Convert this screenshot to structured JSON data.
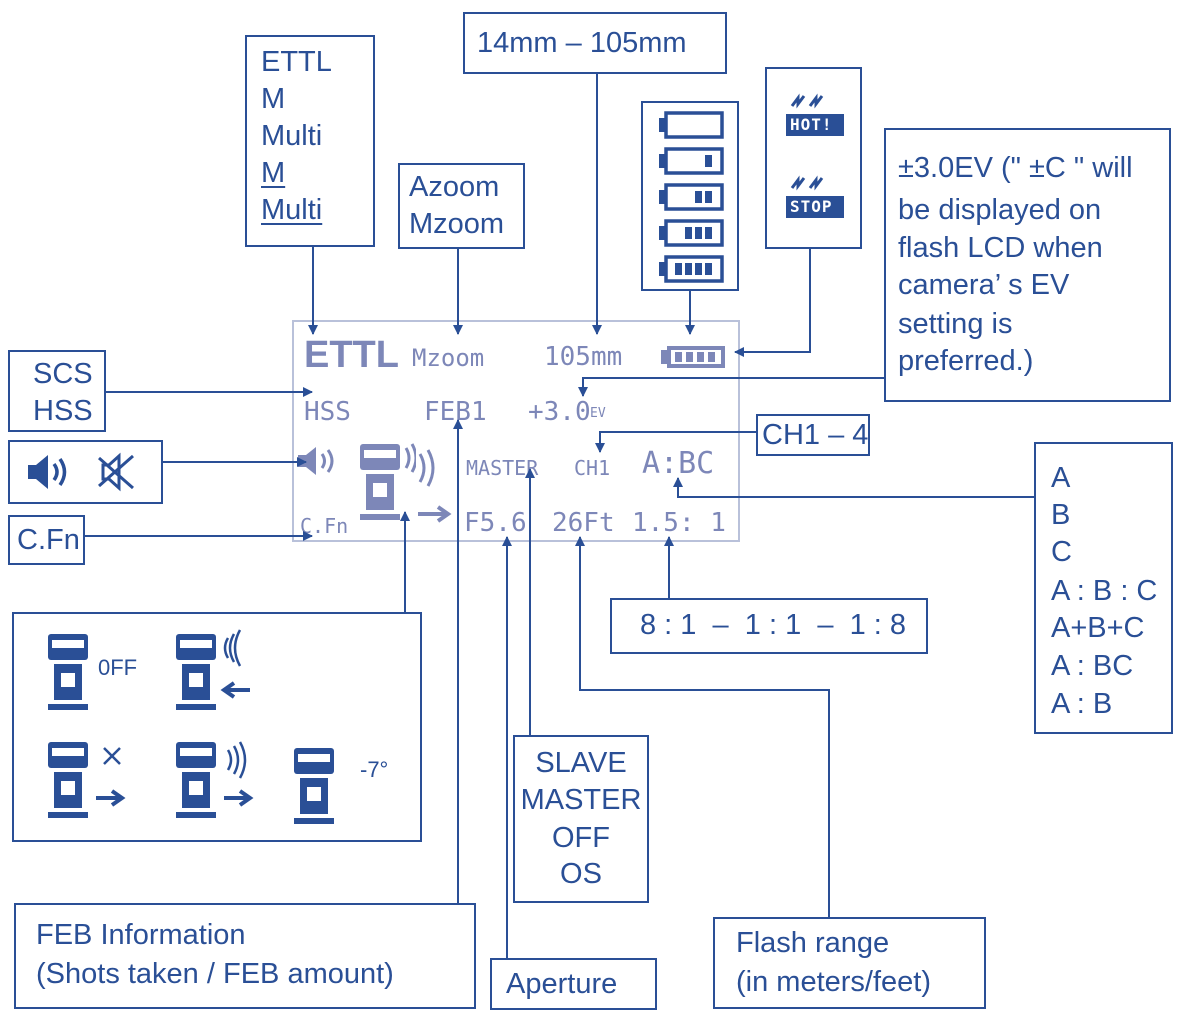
{
  "mode_list": [
    "ETTL",
    "M",
    "Multi",
    "M",
    "Multi"
  ],
  "zoom_modes": [
    "Azoom",
    "Mzoom"
  ],
  "zoom_range": "14mm – 105mm",
  "hot_label": "HOT!",
  "stop_label": "STOP",
  "ev_note": [
    "±3.0EV (\" ±C \" will",
    "be displayed on",
    "flash LCD when",
    "camera’ s EV",
    "setting is",
    "preferred.)"
  ],
  "sync_modes": [
    "SCS",
    "HSS"
  ],
  "cfn_label": "C.Fn",
  "channel_label": "CH1 – 4",
  "group_list": [
    "A",
    "B",
    "C",
    "A : B : C",
    "A+B+C",
    "A : BC",
    "A : B"
  ],
  "ratio_label": "8 : 1  –  1 : 1  –  1 : 8",
  "wireless_list": [
    "SLAVE",
    "MASTER",
    "OFF",
    "OS"
  ],
  "feb_info": [
    "FEB Information",
    "(Shots taken / FEB amount)"
  ],
  "aperture_label": "Aperture",
  "flash_range_label": [
    "Flash range",
    "(in meters/feet)"
  ],
  "lcd": {
    "mode": "ETTL",
    "zoom": "Mzoom",
    "focal": "105mm",
    "sync": "HSS",
    "feb": "FEB1",
    "ev": "+3.0",
    "ev_unit": "EV",
    "wireless": "MASTER",
    "channel": "CH1",
    "group": "A:BC",
    "cfn": "C.Fn",
    "aperture": "F5.6",
    "range": "26Ft",
    "ratio": "1.5: 1"
  },
  "icons_panel": {
    "off_label": "0FF",
    "tilt_label": "-7°"
  },
  "colors": {
    "accent": "#2a4f96",
    "lcd_text": "#7d87b8",
    "lcd_border": "#b9c1da"
  }
}
